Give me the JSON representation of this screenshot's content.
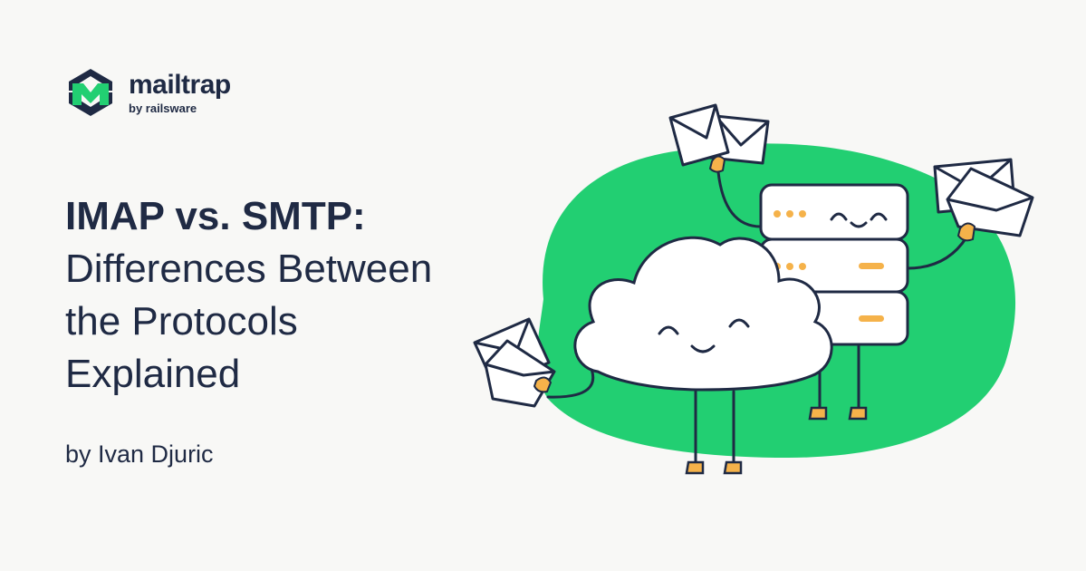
{
  "brand": {
    "name": "mailtrap",
    "tagline": "by railsware",
    "logo_icon": "mailtrap-logo-icon",
    "color_green": "#22cf72",
    "color_navy": "#1f2a44"
  },
  "headline": {
    "lines": [
      "IMAP vs. SMTP:",
      "Differences Between",
      "the Protocols",
      "Explained"
    ]
  },
  "byline": "by Ivan Djuric",
  "illustration": {
    "icons": [
      "green-blob",
      "cloud-character",
      "server-character",
      "envelope-icon",
      "envelope-icon",
      "envelope-icon"
    ],
    "colors": {
      "blob": "#22cf72",
      "outline": "#1f2a44",
      "fill": "#ffffff",
      "accent": "#f5b24a"
    }
  }
}
